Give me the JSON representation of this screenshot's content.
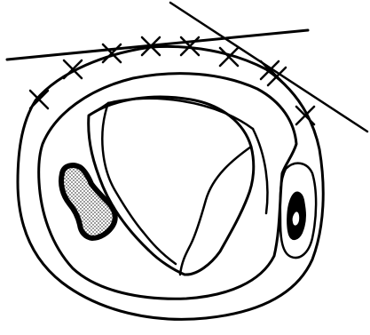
{
  "figure": {
    "background_color": "#ffffff",
    "ink_color": "#000000",
    "stipple_color": "#555555",
    "marker_symbol": "x-mark",
    "marker_count": 9,
    "tangent_line_count": 2
  }
}
